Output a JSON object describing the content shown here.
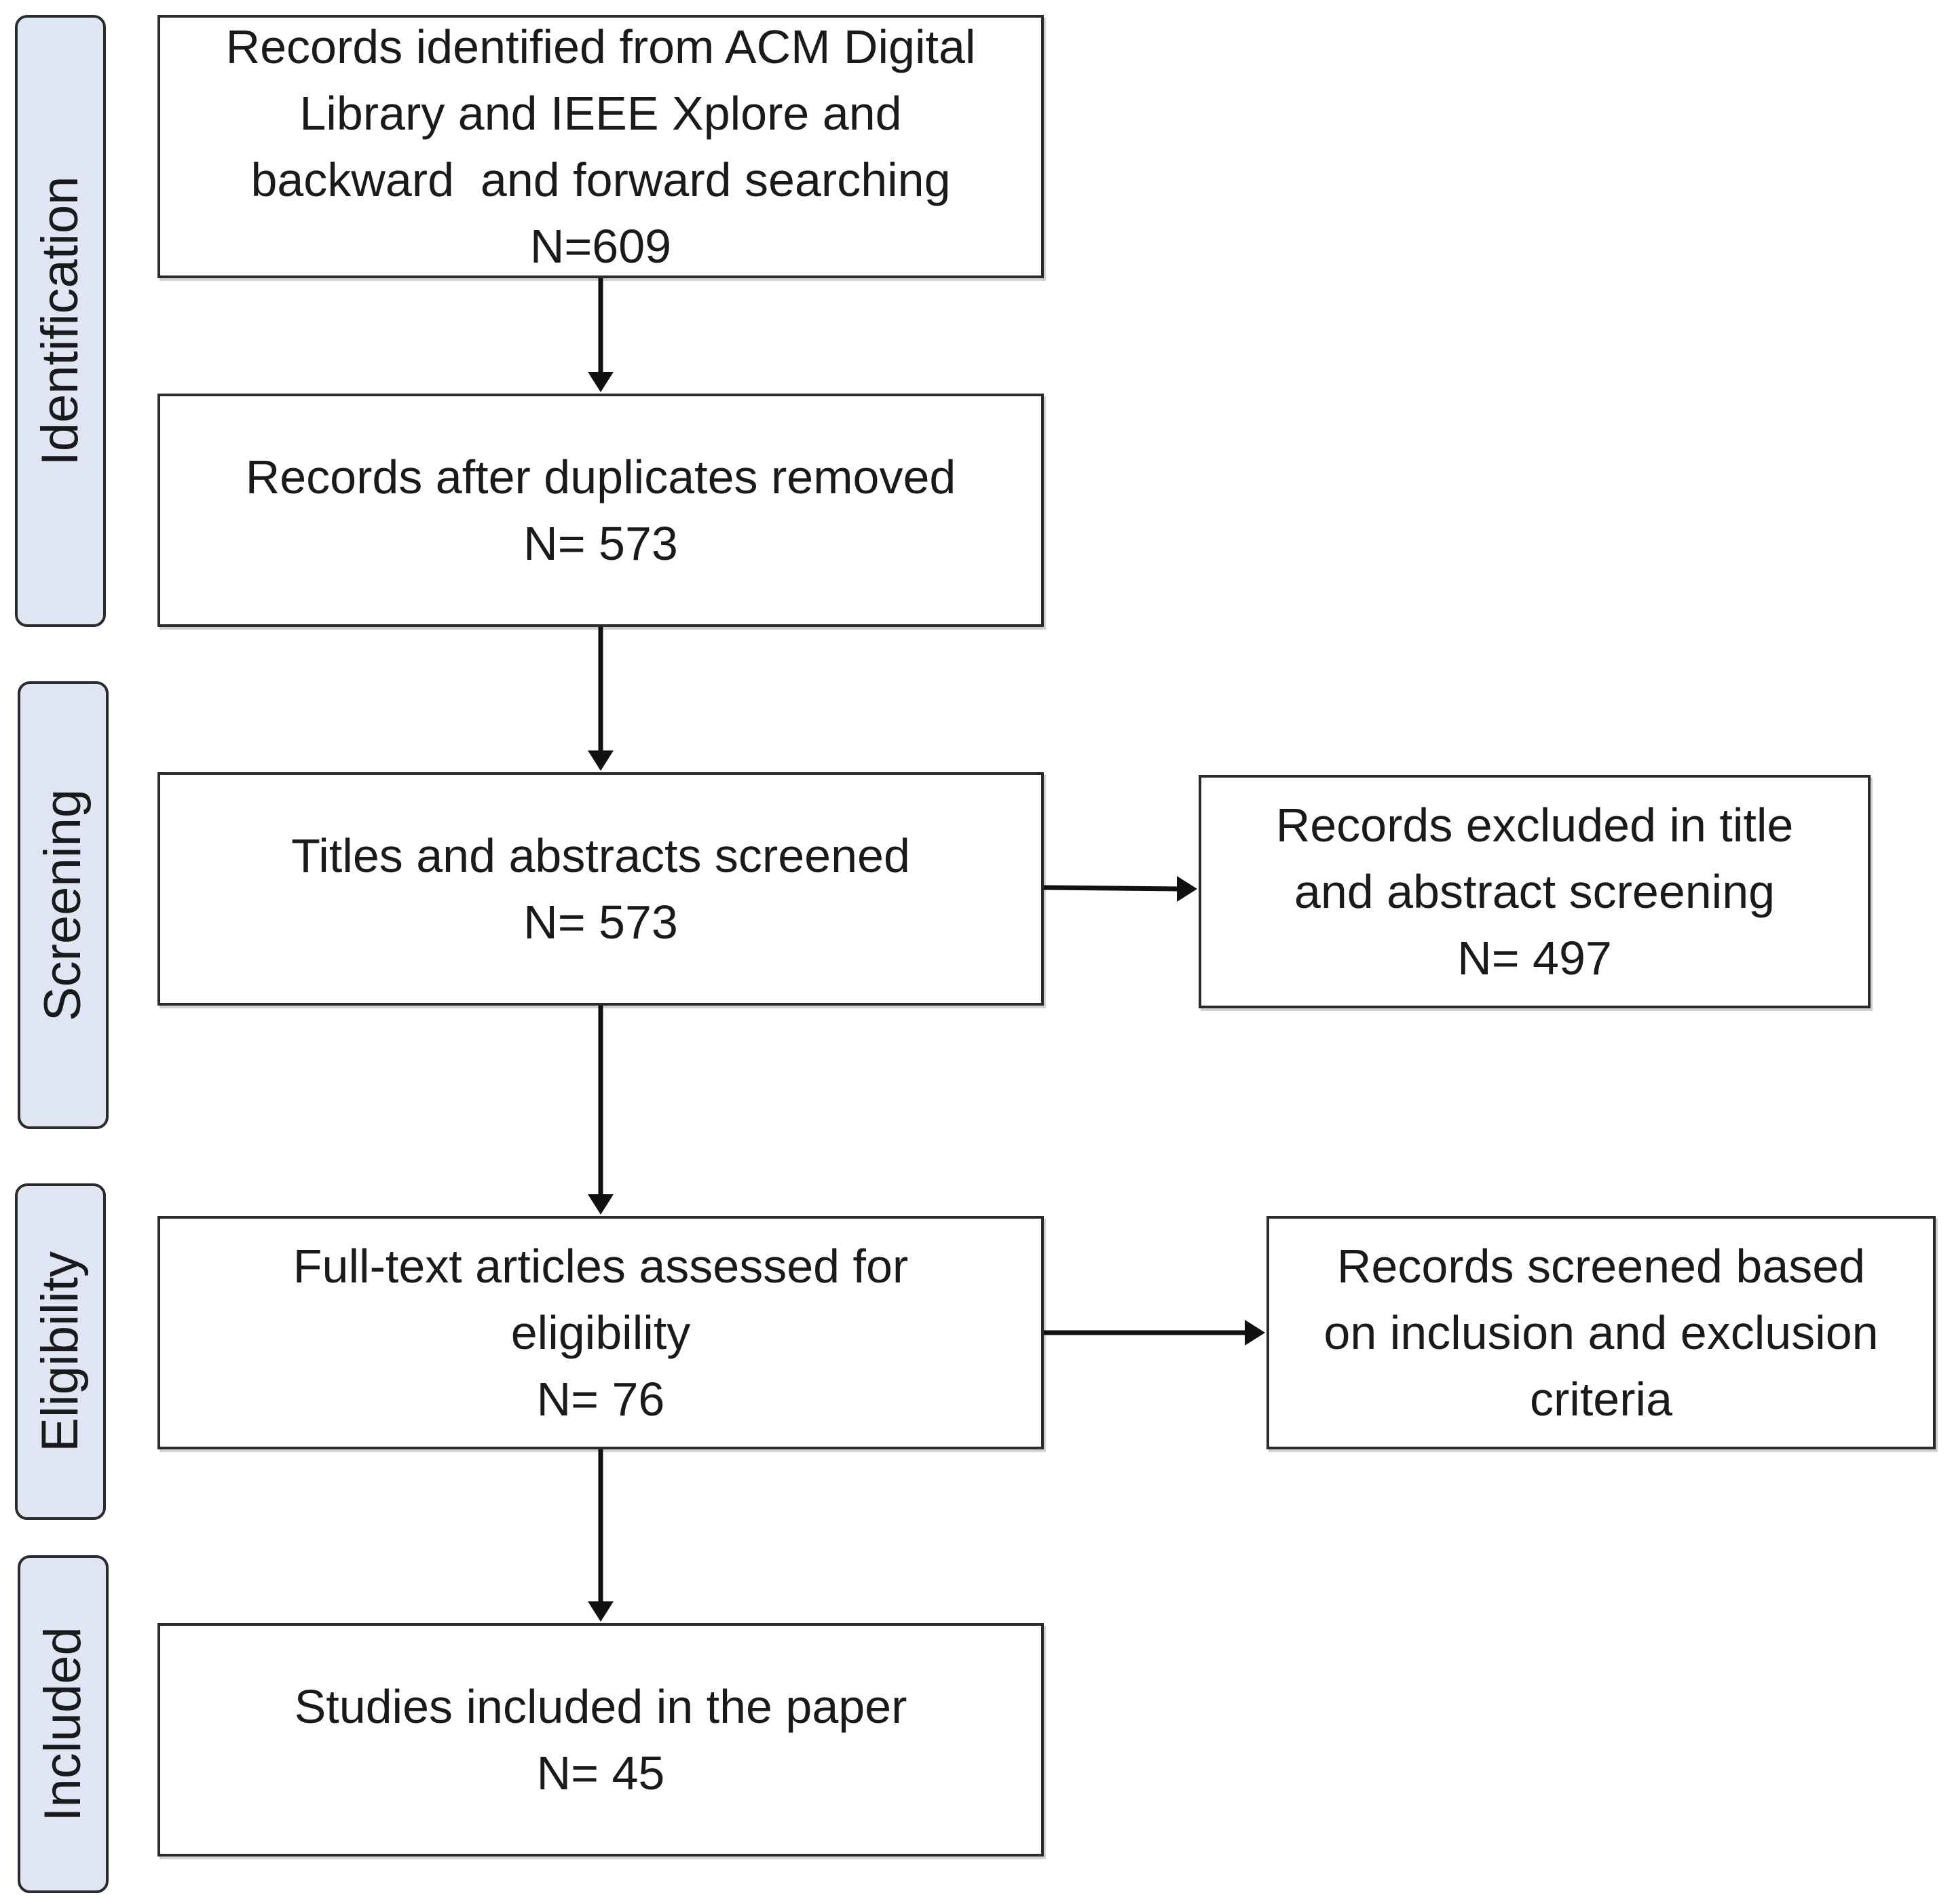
{
  "stages": {
    "identification": "Identification",
    "screening": "Screening",
    "eligibility": "Eligibility",
    "included": "Included"
  },
  "boxes": {
    "identified": {
      "lines": [
        "Records identified from ACM Digital",
        "Library and IEEE Xplore and",
        "backward  and forward searching"
      ],
      "count": "N=609"
    },
    "deduplicated": {
      "lines": [
        "Records after duplicates removed"
      ],
      "count": "N= 573"
    },
    "screened": {
      "lines": [
        "Titles and abstracts screened"
      ],
      "count": "N= 573"
    },
    "excluded": {
      "lines": [
        "Records excluded in title",
        "and abstract screening"
      ],
      "count": "N= 497"
    },
    "fulltext": {
      "lines": [
        "Full-text articles assessed for",
        "eligibility"
      ],
      "count": "N= 76"
    },
    "criteria": {
      "lines": [
        "Records screened based",
        "on inclusion and exclusion",
        "criteria"
      ]
    },
    "included": {
      "lines": [
        "Studies included in the paper"
      ],
      "count": "N= 45"
    }
  },
  "colors": {
    "stage_fill": "#dfe5f3",
    "border": "#2b2b2b"
  }
}
